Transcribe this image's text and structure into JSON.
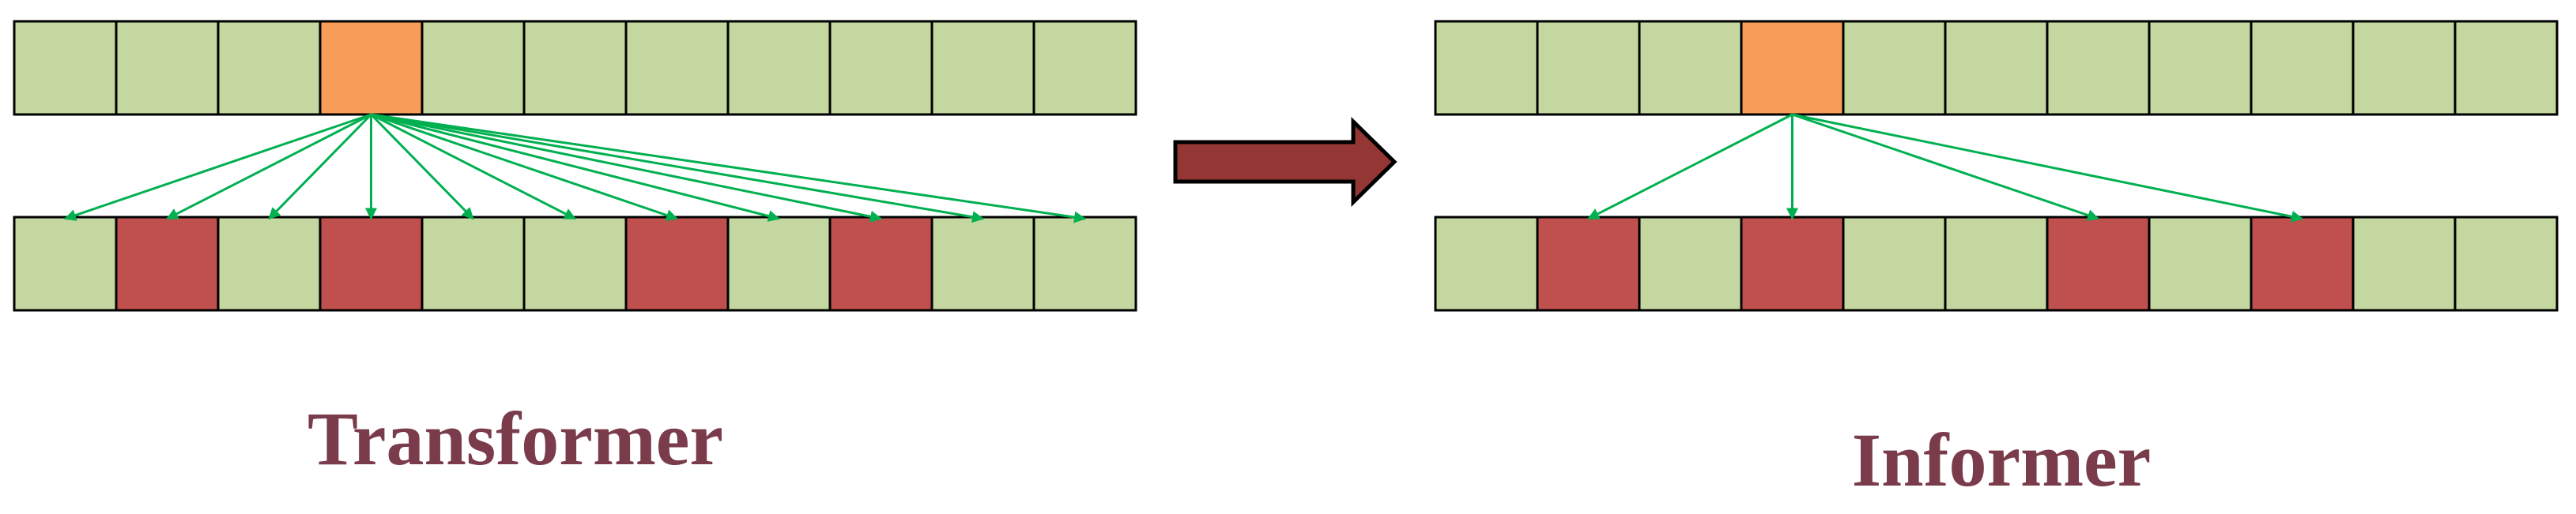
{
  "colors": {
    "cell_default": "#C4D7A0",
    "cell_query": "#F79D58",
    "cell_selected": "#C0504D",
    "cell_border": "#000000",
    "attention_arrow": "#00B050",
    "transition_arrow_fill": "#943634",
    "transition_arrow_stroke": "#000000",
    "caption_text": "#7A3B4A"
  },
  "panels": [
    {
      "id": "transformer",
      "caption": "Transformer",
      "query_row": [
        "default",
        "default",
        "default",
        "query",
        "default",
        "default",
        "default",
        "default",
        "default",
        "default",
        "default"
      ],
      "key_row": [
        "default",
        "selected",
        "default",
        "selected",
        "default",
        "default",
        "selected",
        "default",
        "selected",
        "default",
        "default"
      ],
      "query_index": 3,
      "attended_keys": [
        0,
        1,
        2,
        3,
        4,
        5,
        6,
        7,
        8,
        9,
        10
      ]
    },
    {
      "id": "informer",
      "caption": "Informer",
      "query_row": [
        "default",
        "default",
        "default",
        "query",
        "default",
        "default",
        "default",
        "default",
        "default",
        "default",
        "default"
      ],
      "key_row": [
        "default",
        "selected",
        "default",
        "selected",
        "default",
        "default",
        "selected",
        "default",
        "selected",
        "default",
        "default"
      ],
      "query_index": 3,
      "attended_keys": [
        1,
        3,
        6,
        8
      ]
    }
  ],
  "transition_arrow": {
    "icon": "right-arrow-icon"
  }
}
